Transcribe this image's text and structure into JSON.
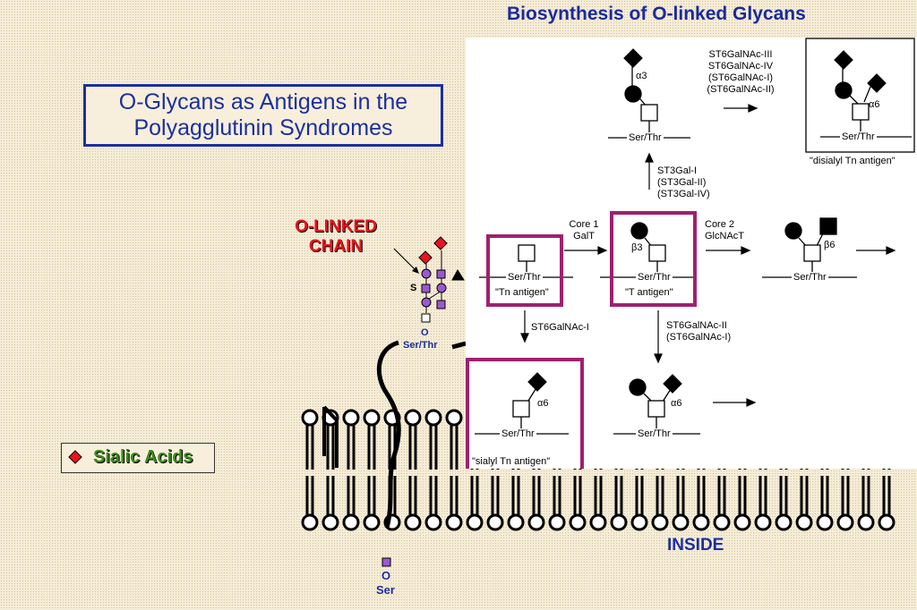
{
  "title": "Biosynthesis of O-linked Glycans",
  "subtitle_line1": "O-Glycans as Antigens in the",
  "subtitle_line2": "Polyagglutinin Syndromes",
  "chain_label_line1": "O-LINKED",
  "chain_label_line2": "CHAIN",
  "legend": {
    "label": "Sialic Acids",
    "color": "#e8131e"
  },
  "chain": {
    "s_label": "S",
    "o_label": "O",
    "ser_thr": "Ser/Thr"
  },
  "lower": {
    "o_label": "O",
    "ser": "Ser"
  },
  "inside_label": "INSIDE",
  "pathway": {
    "ser_thr": "Ser/Thr",
    "tn": {
      "label": "\"Tn antigen\""
    },
    "t": {
      "label": "\"T antigen\"",
      "linkage": "β3"
    },
    "core1": {
      "line1": "Core 1",
      "line2": "GalT"
    },
    "core2": {
      "line1": "Core 2",
      "line2": "GlcNAcT",
      "linkage": "β6"
    },
    "st3gal": [
      "ST3Gal-I",
      "(ST3Gal-II)",
      "(ST3Gal-IV)"
    ],
    "st6galnac_i": "ST6GalNAc-I",
    "st6galnac_ii": [
      "ST6GalNAc-II",
      "(ST6GalNAc-I)"
    ],
    "st6galnac_iii": [
      "ST6GalNAc-III",
      "ST6GalNAc-IV",
      "(ST6GalNAc-I)",
      "(ST6GalNAc-II)"
    ],
    "alpha3": "α3",
    "alpha6": "α6",
    "sialyl_tn": "\"sialyl Tn antigen\"",
    "disialyl_tn": "\"disialyl Tn antigen\""
  },
  "colors": {
    "title_blue": "#1a2a9e",
    "magenta_box": "#a0206e",
    "sialic_red": "#e8131e",
    "chain_purple": "#9b59d0",
    "legend_green": "#3c8a1c"
  }
}
